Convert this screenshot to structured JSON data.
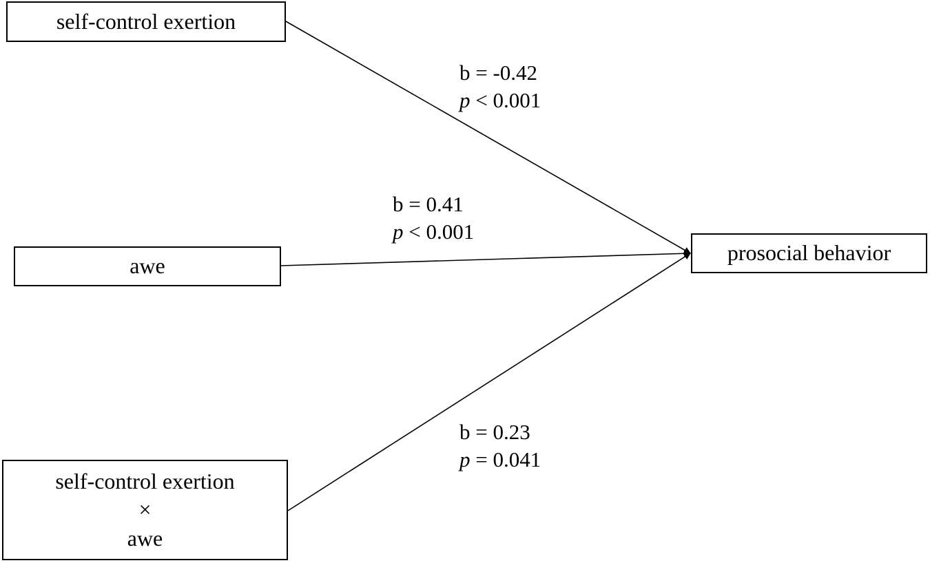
{
  "nodes": {
    "self_control_exertion": {
      "label": "self-control exertion"
    },
    "awe": {
      "label": "awe"
    },
    "interaction": {
      "line1": "self-control exertion",
      "operator": "×",
      "line2": "awe"
    },
    "prosocial_behavior": {
      "label": "prosocial behavior"
    }
  },
  "edges": {
    "self_control_exertion_to_prosocial": {
      "b_text": "b = -0.42",
      "p_symbol": "p",
      "p_text": " < 0.001"
    },
    "awe_to_prosocial": {
      "b_text": "b = 0.41",
      "p_symbol": "p",
      "p_text": " < 0.001"
    },
    "interaction_to_prosocial": {
      "b_text": "b = 0.23",
      "p_symbol": "p",
      "p_text": " = 0.041"
    }
  },
  "colors": {
    "stroke": "#000000",
    "background": "#ffffff"
  }
}
